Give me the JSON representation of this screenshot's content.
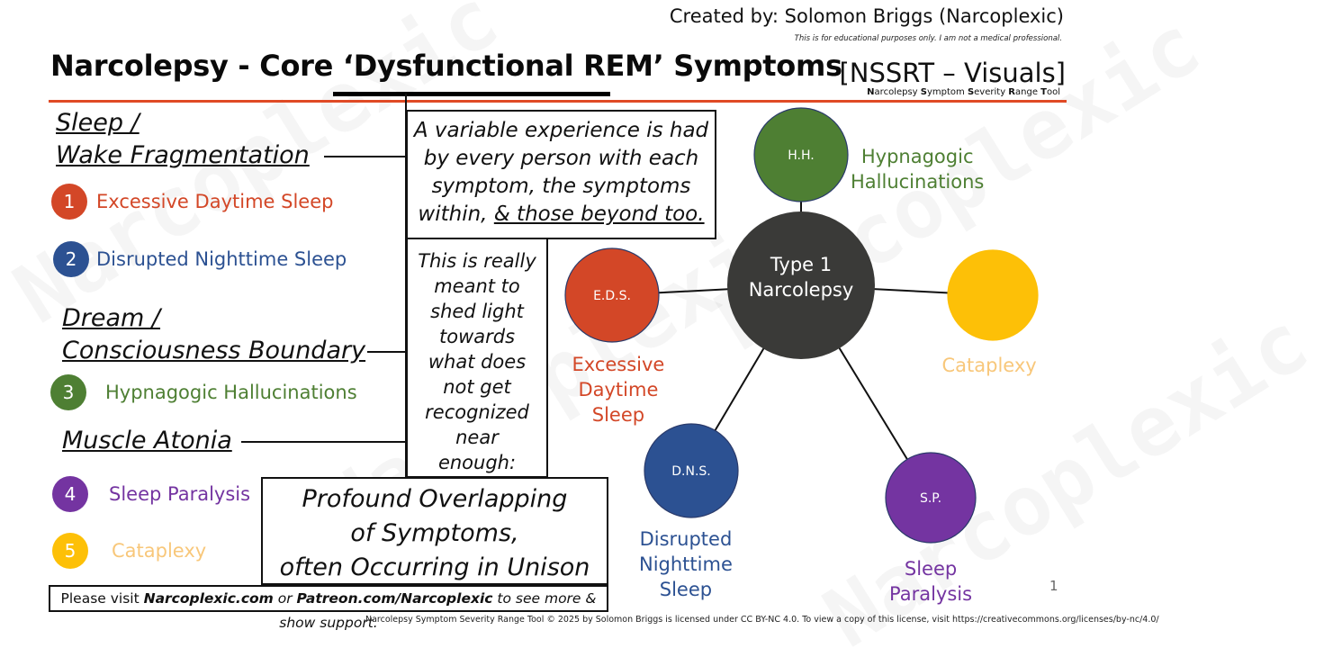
{
  "header": {
    "credit": "Created by: Solomon Briggs (Narcoplexic)",
    "disclaimer": "This is for educational purposes only.  I am not a medical professional.",
    "title": "Narcolepsy - Core ‘Dysfunctional REM’ Symptoms",
    "brand": "[NSSRT – Visuals]",
    "brand_sub_parts": [
      {
        "bold": "N",
        "rest": "arcolepsy "
      },
      {
        "bold": "S",
        "rest": "ymptom "
      },
      {
        "bold": "S",
        "rest": "everity "
      },
      {
        "bold": "R",
        "rest": "ange "
      },
      {
        "bold": "T",
        "rest": "ool"
      }
    ]
  },
  "watermark": "Narcoplexic",
  "colors": {
    "accent_rule": "#E04A25",
    "eds": "#D34727",
    "dns": "#2C5192",
    "hh": "#4E7F33",
    "sp": "#7434A1",
    "cataplexy": "#FDC007",
    "cataplexy_text": "#F8C77A",
    "center": "#3A3A38"
  },
  "categories": [
    {
      "title_lines": [
        "Sleep /",
        "Wake Fragmentation"
      ],
      "symptoms": [
        {
          "num": "1",
          "label": "Excessive Daytime Sleep",
          "color": "#D34727"
        },
        {
          "num": "2",
          "label": "Disrupted Nighttime Sleep",
          "color": "#2C5192"
        }
      ]
    },
    {
      "title_lines": [
        "Dream /",
        "Consciousness Boundary"
      ],
      "symptoms": [
        {
          "num": "3",
          "label": "Hypnagogic Hallucinations",
          "color": "#4E7F33"
        }
      ]
    },
    {
      "title_lines": [
        "Muscle Atonia"
      ],
      "symptoms": [
        {
          "num": "4",
          "label": "Sleep Paralysis",
          "color": "#7434A1"
        },
        {
          "num": "5",
          "label": "Cataplexy",
          "color": "#FDC007",
          "text_color": "#F8C77A"
        }
      ]
    }
  ],
  "boxes": {
    "variable": {
      "lines": [
        "A variable experience is had",
        "by every person with each",
        "symptom, the symptoms"
      ],
      "last_plain": "within, ",
      "last_underlined": "& those beyond too."
    },
    "light": {
      "lines": [
        "This is really",
        "meant to",
        "shed light",
        "towards",
        "what does",
        "not get",
        "recognized",
        "near",
        "enough:"
      ]
    },
    "overlap": {
      "lines": [
        "Profound Overlapping",
        "of Symptoms,",
        "often Occurring in Unison"
      ]
    },
    "support": {
      "prefix": "Please visit ",
      "link1": "Narcoplexic.com",
      "middle": " or ",
      "link2": "Patreon.com/Narcoplexic",
      "suffix": " to see more & show support."
    }
  },
  "diagram": {
    "center": {
      "label_lines": [
        "Type 1",
        "Narcolepsy"
      ],
      "color": "#3A3A38"
    },
    "nodes": [
      {
        "id": "hh",
        "abbr": "H.H.",
        "label_lines": [
          "Hypnagogic",
          "Hallucinations"
        ],
        "color": "#4E7F33",
        "text_color": "#4E7F33"
      },
      {
        "id": "eds",
        "abbr": "E.D.S.",
        "label_lines": [
          "Excessive",
          "Daytime",
          "Sleep"
        ],
        "color": "#D34727",
        "text_color": "#D34727"
      },
      {
        "id": "cataplexy",
        "abbr": "",
        "label_lines": [
          "Cataplexy"
        ],
        "color": "#FDC007",
        "text_color": "#F8C77A"
      },
      {
        "id": "dns",
        "abbr": "D.N.S.",
        "label_lines": [
          "Disrupted",
          "Nighttime",
          "Sleep"
        ],
        "color": "#2C5192",
        "text_color": "#2C5192"
      },
      {
        "id": "sp",
        "abbr": "S.P.",
        "label_lines": [
          "Sleep",
          "Paralysis"
        ],
        "color": "#7434A1",
        "text_color": "#7434A1"
      }
    ]
  },
  "footer": {
    "license": "Narcolepsy Symptom Severity Range Tool © 2025 by Solomon Briggs is licensed under CC BY-NC 4.0. To view a copy of this license, visit https://creativecommons.org/licenses/by-nc/4.0/",
    "page_number": "1"
  }
}
